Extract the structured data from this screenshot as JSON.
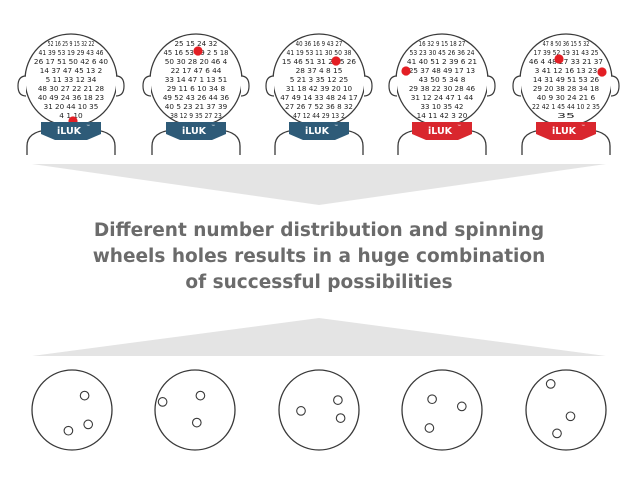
{
  "colors": {
    "blue_label": "#2e5b78",
    "red_label": "#d9272e",
    "hole": "#e31e24",
    "outline": "#3a3a3a",
    "triangle": "#e4e4e4",
    "caption": "#6b6b6b"
  },
  "caption": {
    "line1": "Different number distribution and spinning",
    "line2": "wheels holes results in a huge combination",
    "line3": "of successful possibilities"
  },
  "heads": [
    {
      "label": "iLUK",
      "tm": "™",
      "label_color": "blue",
      "numbers": [
        "52 16 25 9 15 32 22",
        "41 39 53 19 29 43 46",
        "26 17 51 50 42 6 40",
        "14 37 47 45 13 2",
        "5 11 33 12 34",
        "48 30 27 22 21 28",
        "40 49 24 36 18 23",
        "31 20 44 10 35",
        "4 1 10"
      ]
    },
    {
      "label": "iLUK",
      "tm": "™",
      "label_color": "blue",
      "numbers": [
        "25 15 24 32",
        "45 16 53 19 2 5 18",
        "50 30 28 20 46 4",
        "22 17 47 6 44",
        "33 14 47 1 13 51",
        "29 11 6 10 34 8",
        "49 52 43 26 44 36",
        "40 5 23 21 37 39",
        "38 12 9 35 27 23"
      ]
    },
    {
      "label": "iLUK",
      "tm": "™",
      "label_color": "blue",
      "numbers": [
        "40 36 16 9 43 27",
        "41 19 53 11 30 50 38",
        "15 46 51 31 22 5 26",
        "28 37 4 8 15",
        "5 21 3 35 12 25",
        "31 18 42 39 20 10",
        "47 49 14 33 48 24 17",
        "27 26 7 52 36 8 32",
        "47 12 44 29 13 2"
      ]
    },
    {
      "label": "iLUK",
      "tm": "™",
      "label_color": "red",
      "numbers": [
        "16 32 9 15 18 27",
        "53 23 30 45 26 36 24",
        "41 40 51 2 39 6 21",
        "25 37 48 49 17 13",
        "43 50 5 34 8",
        "29 38 22 30 28 46",
        "31 12 24 47 1 44",
        "33 10 35 42",
        "14 11 42 3 20"
      ]
    },
    {
      "label": "iLUK",
      "tm": "™",
      "label_color": "red",
      "numbers": [
        "47 8 50 36 15 5 32",
        "17 39 52 19 31 43 25",
        "46 4 48 27 33 21 37",
        "3 41 12 16 13 23",
        "14 31 49 51 53 26",
        "29 20 38 28 34 18",
        "40 9 30 24 21 6",
        "22 42 1 45 44 10 2 35",
        "35"
      ]
    }
  ],
  "discs": [
    {
      "holes": 3
    },
    {
      "holes": 3
    },
    {
      "holes": 3
    },
    {
      "holes": 3
    },
    {
      "holes": 3
    }
  ]
}
